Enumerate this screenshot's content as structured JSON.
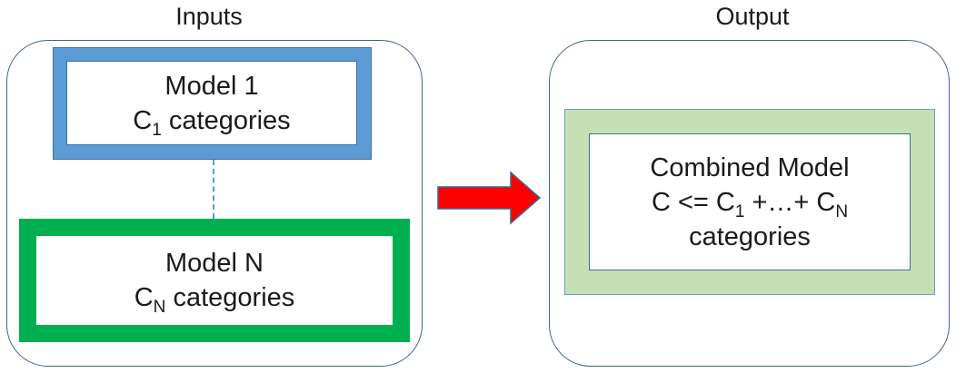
{
  "inputs_panel": {
    "title": "Inputs",
    "model_1": {
      "name": "Model 1",
      "count_prefix": "C",
      "count_sub": "1",
      "count_suffix": " categories"
    },
    "model_n": {
      "name": "Model N",
      "count_prefix": "C",
      "count_sub": "N",
      "count_suffix": " categories"
    }
  },
  "output_panel": {
    "title": "Output",
    "combined": {
      "name": "Combined Model",
      "f_a": "C <= C",
      "f_sub1": "1",
      "f_b": " +…+ C",
      "f_subN": "N",
      "f_c": "categories"
    }
  },
  "colors": {
    "panel_border": "#3d6593",
    "model_1_frame": "#5b9bd5",
    "model_n_frame": "#00b050",
    "combined_frame": "#c5e0b4",
    "arrow_fill": "#ff0000",
    "arrow_stroke": "#3d6593"
  }
}
